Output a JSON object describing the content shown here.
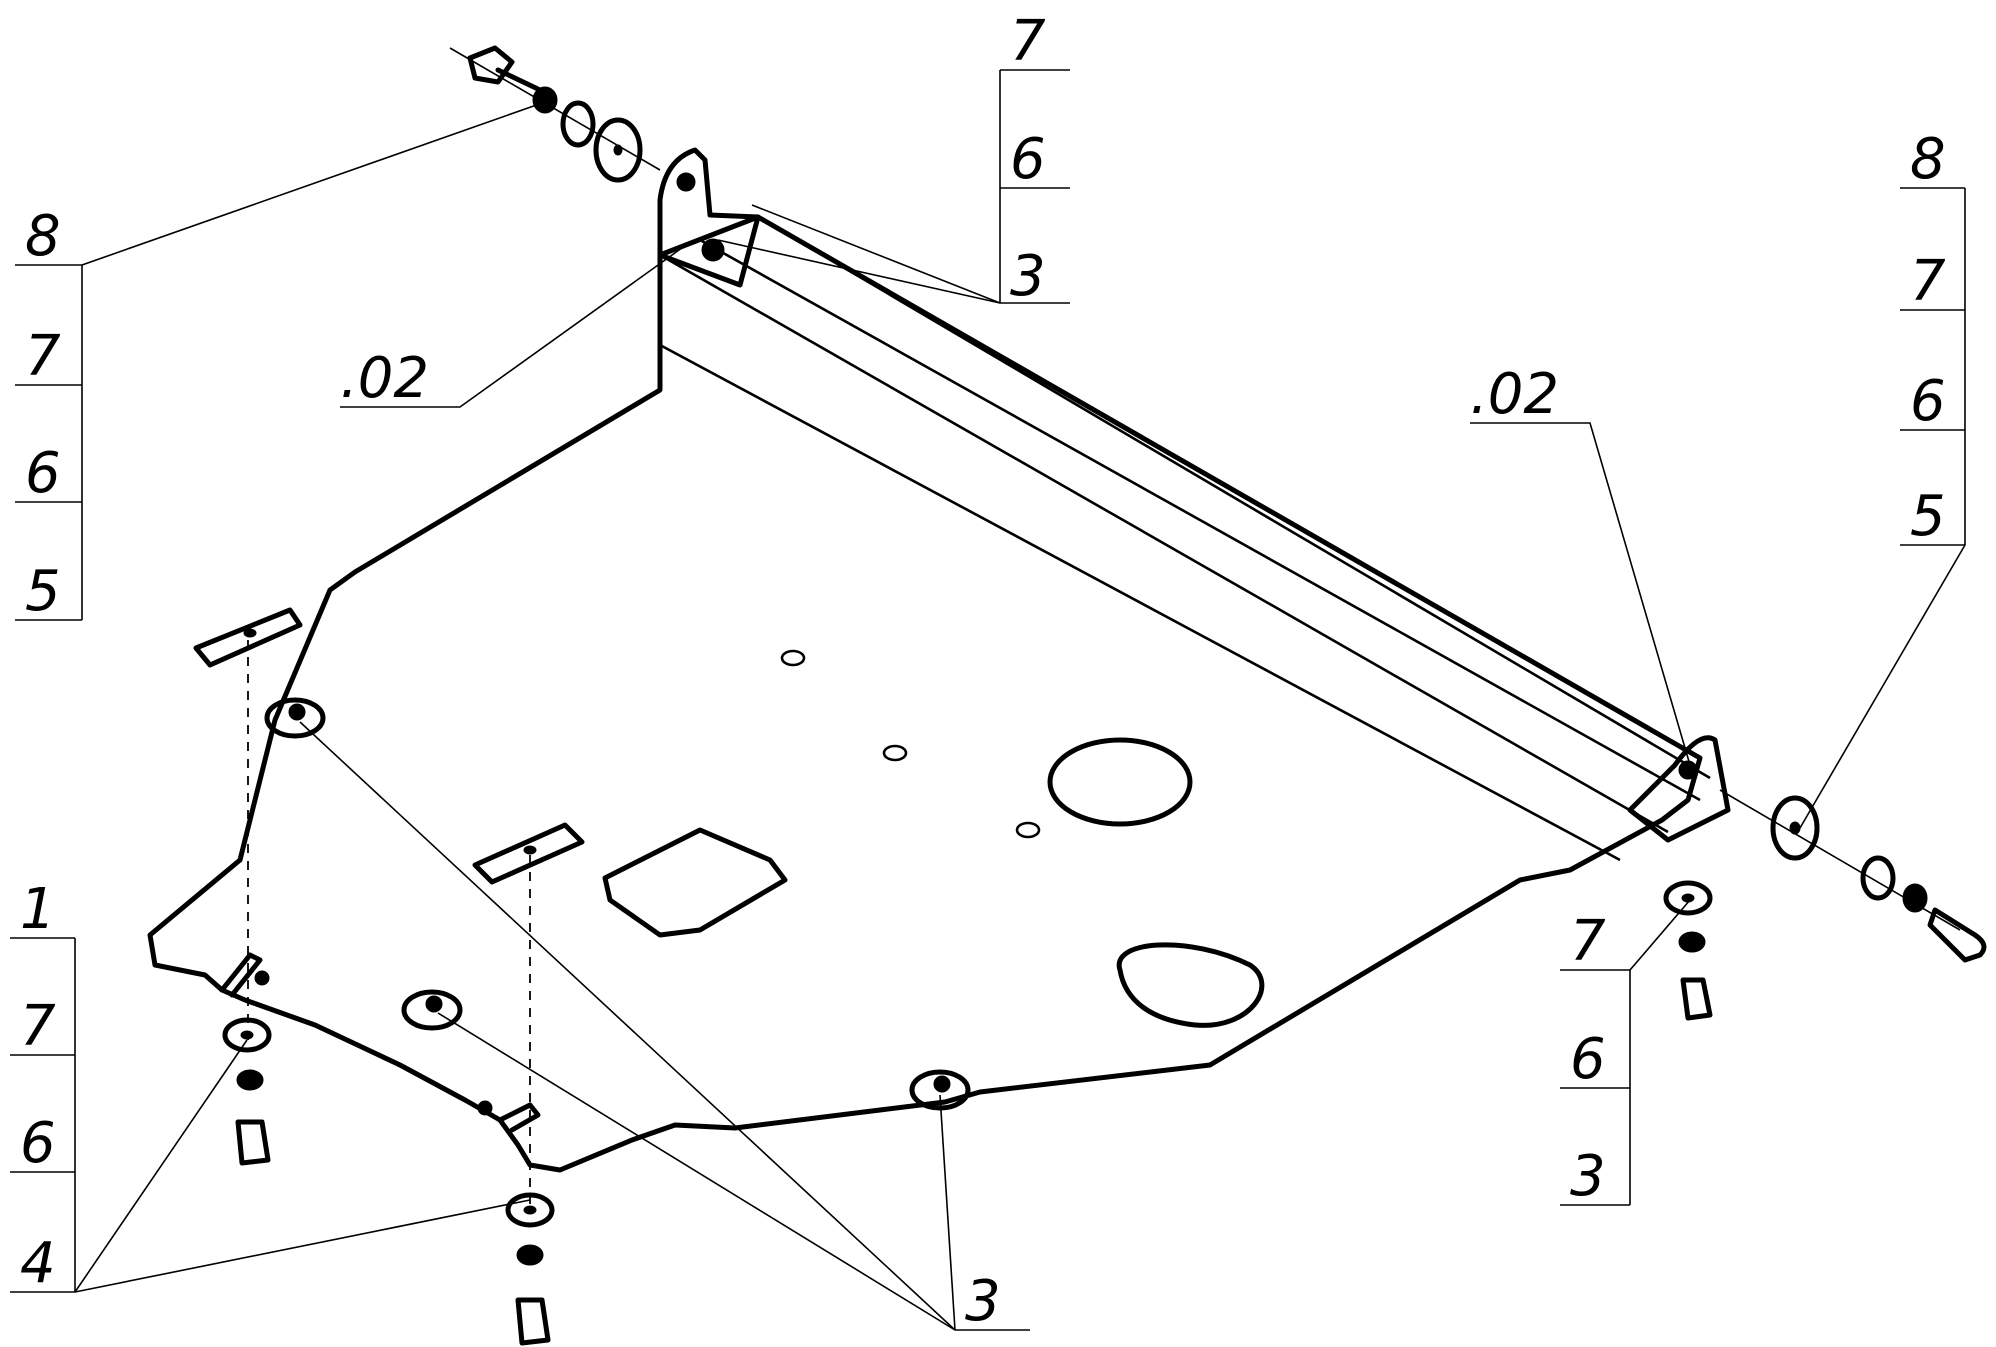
{
  "callouts": {
    "top_center": [
      "7",
      "6",
      "3"
    ],
    "left_upper": [
      "8",
      "7",
      "6",
      "5"
    ],
    "left_lower": [
      "1",
      "7",
      "6",
      "4"
    ],
    "right_upper": [
      "8",
      "7",
      "6",
      "5"
    ],
    "right_lower": [
      "7",
      "6",
      "3"
    ],
    "bottom_center": "3",
    "bracket_left": ".02",
    "bracket_right": ".02"
  }
}
